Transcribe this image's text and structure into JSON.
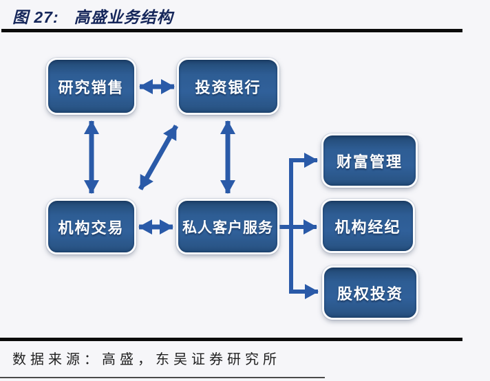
{
  "figure": {
    "title_label": "图 27:",
    "title_text": "高盛业务结构"
  },
  "diagram": {
    "nodes": [
      {
        "id": "research-sales",
        "label": "研究销售"
      },
      {
        "id": "investment-banking",
        "label": "投资银行"
      },
      {
        "id": "institutional-trading",
        "label": "机构交易"
      },
      {
        "id": "private-client-services",
        "label": "私人客户服务"
      },
      {
        "id": "wealth-management",
        "label": "财富管理"
      },
      {
        "id": "institutional-brokerage",
        "label": "机构经纪"
      },
      {
        "id": "equity-investment",
        "label": "股权投资"
      }
    ],
    "edges": [
      {
        "from": "研究销售",
        "to": "投资银行",
        "type": "bidirectional"
      },
      {
        "from": "研究销售",
        "to": "机构交易",
        "type": "bidirectional"
      },
      {
        "from": "投资银行",
        "to": "机构交易",
        "type": "bidirectional"
      },
      {
        "from": "投资银行",
        "to": "私人客户服务",
        "type": "bidirectional"
      },
      {
        "from": "机构交易",
        "to": "私人客户服务",
        "type": "bidirectional"
      },
      {
        "from": "私人客户服务",
        "to": "财富管理",
        "type": "directed"
      },
      {
        "from": "私人客户服务",
        "to": "机构经纪",
        "type": "directed"
      },
      {
        "from": "私人客户服务",
        "to": "股权投资",
        "type": "directed"
      }
    ],
    "colors": {
      "node_fill": "#2e5d94",
      "node_edge_dark": "#1d4069",
      "node_border": "#fafbfd",
      "node_text": "#ffffff",
      "arrow": "#2a5aa8",
      "title": "#15265a",
      "rule": "#0b0b0b",
      "background": "#f6f6f9"
    }
  },
  "footer": {
    "source": "数据来源：高盛，东吴证券研究所"
  }
}
